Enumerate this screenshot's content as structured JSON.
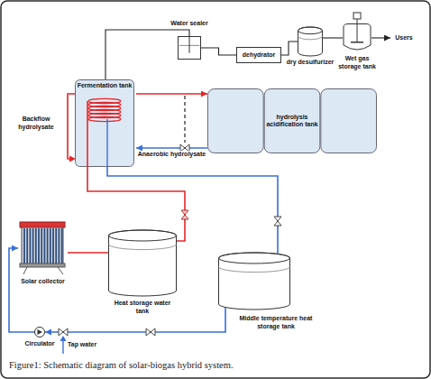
{
  "diagram": {
    "caption": "Figure1: Schematic diagram of solar-biogas hybrid system.",
    "nodes": [
      {
        "text": [
          "Water sealer"
        ]
      },
      {
        "text": [
          "dehydrator"
        ]
      },
      {
        "text": [
          "dry desulfurizer"
        ]
      },
      {
        "text": [
          "Wet gas storage tank"
        ]
      },
      {
        "text": [
          "Users"
        ]
      },
      {
        "text": [
          "Fermentation tank"
        ]
      },
      {
        "text": [
          "hydrolysis acidification tank"
        ]
      },
      {
        "text": [
          "Solar collector"
        ]
      },
      {
        "text": [
          "Heat storage water tank"
        ]
      },
      {
        "text": [
          "Middle temperature heat storage tank"
        ]
      },
      {
        "text": [
          "Circulator"
        ]
      }
    ],
    "edges": [
      {
        "from": 5,
        "to": 0,
        "arrow": "none"
      },
      {
        "from": 0,
        "to": 1,
        "arrow": "none"
      },
      {
        "from": 1,
        "to": 2,
        "arrow": "none"
      },
      {
        "from": 2,
        "to": 3,
        "arrow": "none"
      },
      {
        "from": 3,
        "to": 4,
        "arrow": "to"
      },
      {
        "from": 5,
        "to": 6,
        "arrow": "to"
      },
      {
        "from": 6,
        "to": 5,
        "arrow": "to",
        "label": "Anaerobic hydrolysate"
      },
      {
        "from": 8,
        "to": 5,
        "arrow": "none"
      },
      {
        "from": 5,
        "to": 9,
        "arrow": "none"
      },
      {
        "from": 9,
        "to": 10,
        "arrow": "to"
      },
      {
        "from": 10,
        "to": 7,
        "arrow": "to"
      },
      {
        "from": 7,
        "to": 8,
        "arrow": "none"
      }
    ],
    "labels": [
      "Backflow hydrolysate",
      "Tap water"
    ]
  }
}
